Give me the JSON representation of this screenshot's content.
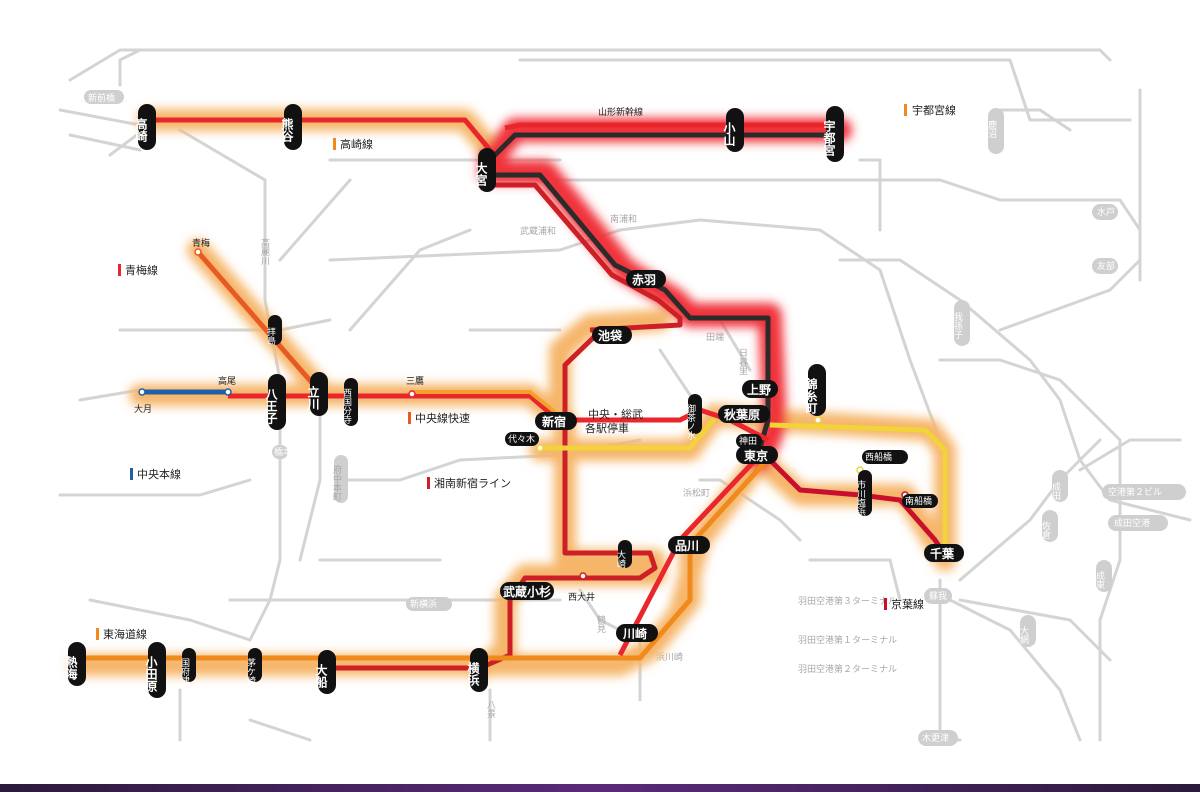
{
  "colors": {
    "takasaki_utsunomiya": "#e8262b",
    "shinkansen": "#2b2b2b",
    "chuo_rapid": "#e85a24",
    "chuo_main": "#1f5fa8",
    "shonan_shinjuku": "#cc1f26",
    "tokaido": "#f08a1c",
    "keiyo": "#c8102e",
    "sobu": "#f2d33a",
    "glow_orange": "#f6b66a",
    "glow_red": "#f0333a"
  },
  "legend": {
    "utsunomiya": "宇都宮線",
    "takasaki": "高崎線",
    "ome": "青梅線",
    "chuo_rapid": "中央線快速",
    "chuo_main": "中央本線",
    "shonan_shinjuku": "湘南新宿ライン",
    "tokaido": "東海道線",
    "keiyo": "京葉線"
  },
  "labels": {
    "yamagata_shinkansen": "山形新幹線",
    "chuo_sobu_local": "中央・総武",
    "chuo_sobu_local_2": "各駅停車",
    "mitaka": "三鷹",
    "takao": "高尾",
    "otsuki": "大月",
    "ome": "青梅",
    "haijima": "拝島",
    "nishi_kokubunji": "西国分寺",
    "yoyogi": "代々木",
    "ochanomizu": "御茶ノ水",
    "kanda": "神田",
    "nishi_funabashi": "西船橋",
    "ichikawa_shiohama": "市川塩浜",
    "minami_funabashi": "南船橋",
    "osaki": "大崎",
    "nishi_oi": "西大井",
    "kozu": "国府津",
    "chigasaki": "茅ケ崎"
  },
  "stations": {
    "takasaki": "高崎",
    "kumagaya": "熊谷",
    "omiya": "大宮",
    "oyama": "小山",
    "utsunomiya": "宇都宮",
    "akabane": "赤羽",
    "ikebukuro": "池袋",
    "ueno": "上野",
    "kinshicho": "錦糸町",
    "akihabara": "秋葉原",
    "tokyo": "東京",
    "shinjuku": "新宿",
    "hachioji": "八王子",
    "tachikawa": "立川",
    "chiba": "千葉",
    "shinagawa": "品川",
    "musashi_kosugi": "武蔵小杉",
    "kawasaki": "川崎",
    "yokohama": "横浜",
    "ofuna": "大船",
    "odawara": "小田原",
    "atami": "熱海"
  },
  "background_labels": {
    "mito": "水戸",
    "tomobe": "友部",
    "abiko": "我孫子",
    "narita": "成田",
    "airport_t2": "空港第２ビル",
    "narita_airport": "成田空港",
    "sakura": "佐倉",
    "soga": "蘇我",
    "kisarazu": "木更津",
    "oami": "大網",
    "naruto": "成東",
    "hashimoto": "橋本",
    "fuchu_honmachi": "府中本町",
    "shin_yokohama": "新横浜",
    "hachioji_area": "高麗川",
    "shin_maebashi": "新前橋",
    "oyama_area": "鹿沼",
    "haneda_t3": "羽田空港第３ターミナル",
    "haneda_t1": "羽田空港第１ターミナル",
    "haneda_t2": "羽田空港第２ターミナル",
    "hamamatsucho": "浜松町",
    "tabata": "田端",
    "nippori": "日暮里",
    "urawa": "武蔵浦和",
    "minami_urawa": "南浦和",
    "hodogaya": "浜川崎",
    "tsurumi": "鶴見",
    "hakkei": "八景"
  }
}
